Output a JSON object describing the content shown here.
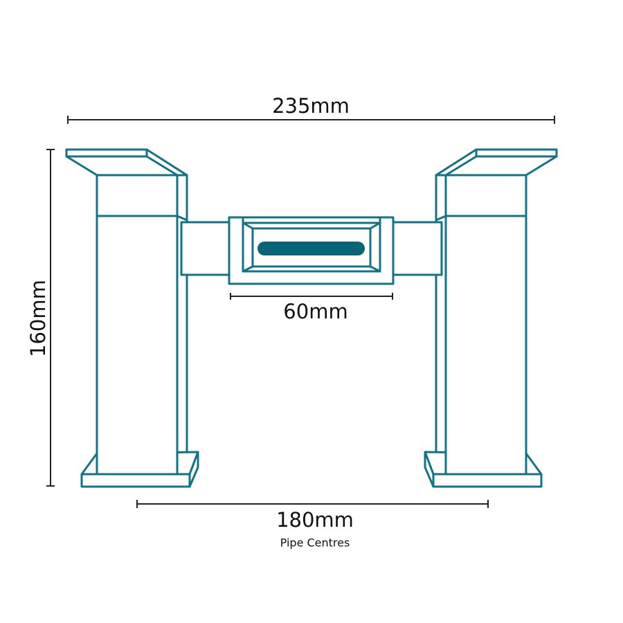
{
  "dimensions": {
    "overall_width": "235mm",
    "height": "160mm",
    "spout_width": "60mm",
    "pipe_centres": "180mm",
    "pipe_centres_caption": "Pipe Centres"
  },
  "colors": {
    "outline": "#117385",
    "slot": "#066678",
    "dimension": "#222222"
  }
}
